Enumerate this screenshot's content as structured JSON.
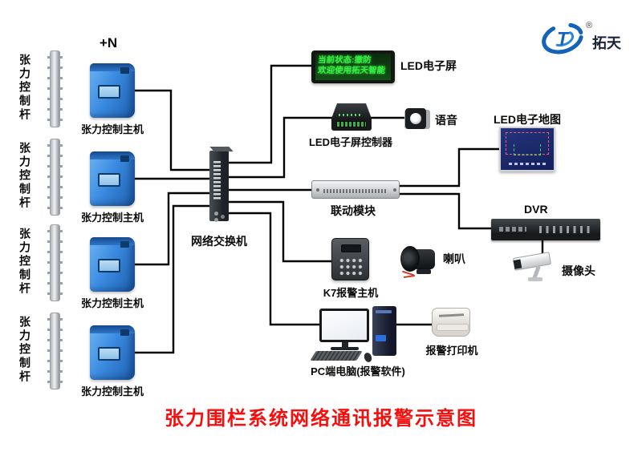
{
  "title": "张力围栏系统网络通讯报警示意图",
  "logo": {
    "brand": "拓天",
    "registered": "®",
    "monogram": "T"
  },
  "fence_units": {
    "count_note": "+N",
    "units": [
      {
        "pole_label": "张力控制杆",
        "host_label": "张力控制主机"
      },
      {
        "pole_label": "张力控制杆",
        "host_label": "张力控制主机"
      },
      {
        "pole_label": "张力控制杆",
        "host_label": "张力控制主机"
      },
      {
        "pole_label": "张力控制杆",
        "host_label": "张力控制主机"
      }
    ]
  },
  "network_switch": {
    "label": "网络交换机"
  },
  "led_screen": {
    "label": "LED电子屏",
    "display_line1": "当前状态:撤防",
    "display_line2": "欢迎使用拓天智能"
  },
  "led_controller": {
    "label": "LED电子屏控制器"
  },
  "voice": {
    "label": "语音"
  },
  "linkage_module": {
    "label": "联动模块"
  },
  "led_map": {
    "label": "LED电子地图"
  },
  "dvr": {
    "label": "DVR"
  },
  "camera": {
    "label": "摄像头"
  },
  "k7_host": {
    "label": "K7报警主机"
  },
  "horn": {
    "label": "喇叭"
  },
  "pc": {
    "label": "PC端电脑(报警软件)"
  },
  "printer": {
    "label": "报警打印机"
  },
  "colors": {
    "title_red": "#f80d0d",
    "host_blue": "#2e7fd6",
    "led_green": "#35ef40",
    "wire_black": "#000000",
    "brand_blue": "#1463b8"
  }
}
